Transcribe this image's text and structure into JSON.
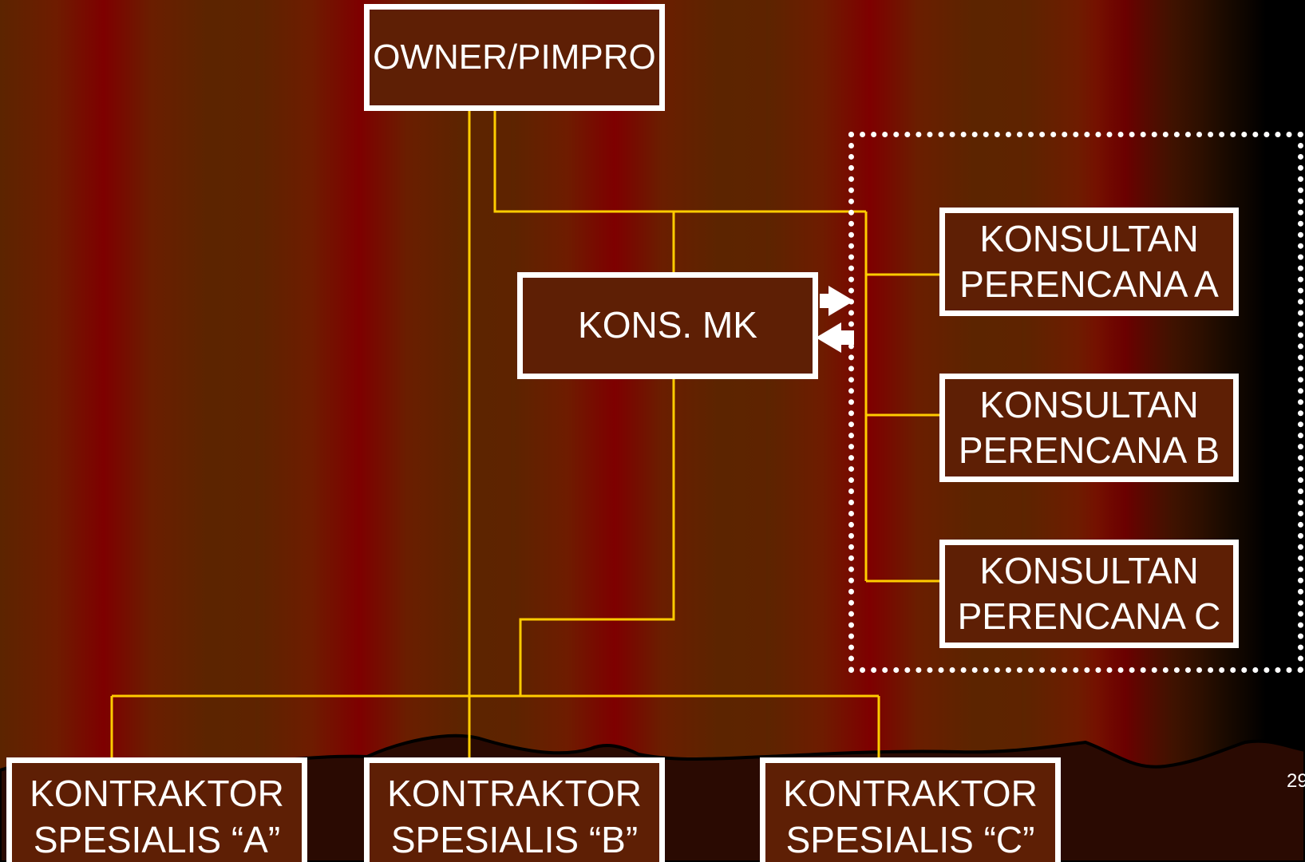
{
  "owner": {
    "label": "OWNER/PIMPRO"
  },
  "mk": {
    "label": "KONS. MK"
  },
  "consultants": [
    {
      "line1": "KONSULTAN",
      "line2": "PERENCANA A"
    },
    {
      "line1": "KONSULTAN",
      "line2": "PERENCANA B"
    },
    {
      "line1": "KONSULTAN",
      "line2": "PERENCANA C"
    }
  ],
  "contractors": [
    {
      "line1": "KONTRAKTOR",
      "line2": "SPESIALIS “A”"
    },
    {
      "line1": "KONTRAKTOR",
      "line2": "SPESIALIS “B”"
    },
    {
      "line1": "KONTRAKTOR",
      "line2": "SPESIALIS “C”"
    }
  ],
  "page_number": "29",
  "colors": {
    "connector": "#ffcc00",
    "box_border": "#ffffff",
    "text": "#ffffff",
    "background_red": "#7e0000",
    "background_brown": "#5c2400"
  }
}
